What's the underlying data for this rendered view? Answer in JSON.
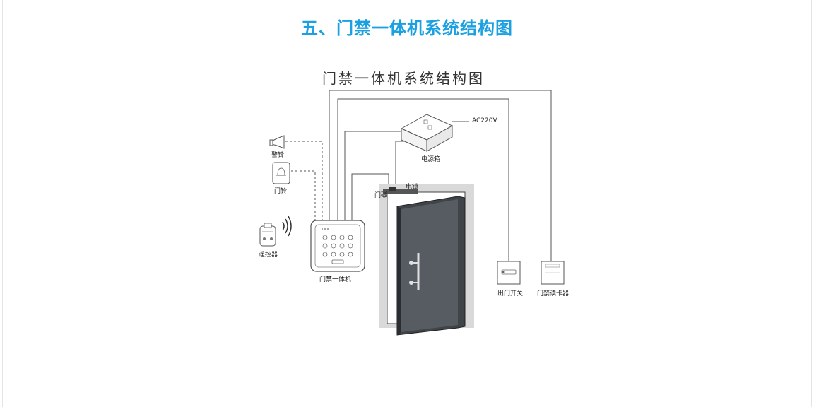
{
  "page": {
    "heading": "五、门禁一体机系统结构图"
  },
  "diagram": {
    "title": "门禁一体机系统结构图",
    "labels": {
      "alarm": "警铃",
      "doorbell": "门铃",
      "remote": "遥控器",
      "access_unit": "门禁一体机",
      "power_box": "电源箱",
      "power_input": "AC220V",
      "door_latch": "门磁",
      "electric_lock": "电锁",
      "exit_switch": "出门开关",
      "card_reader": "门禁读卡器"
    },
    "colors": {
      "heading": "#1ba1e2",
      "line": "#555555",
      "door_panel": "#4a4f53",
      "door_frame": "#d9d9d9"
    },
    "icons": [
      "bell-icon",
      "doorbell-icon",
      "remote-icon",
      "wireless-signal-icon",
      "keypad-icon",
      "power-box-icon",
      "exit-button-icon",
      "card-reader-icon",
      "door-icon"
    ]
  }
}
